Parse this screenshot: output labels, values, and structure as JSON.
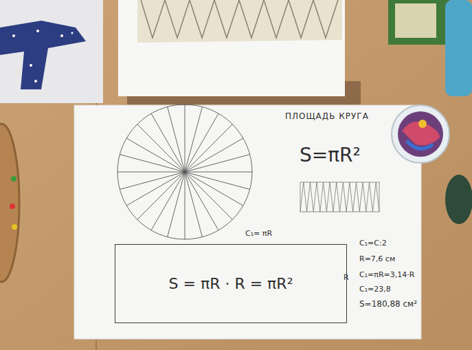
{
  "diagram": {
    "title": "ПЛОЩАДЬ КРУГА",
    "nodes": [
      {
        "text": [
          "S = πR · R = πR²"
        ]
      }
    ],
    "labels": [
      "S=πR²",
      "C₁= πR",
      "R",
      "C₁=C:2",
      "R=7,6 см",
      "C₁=πR=3,14·R",
      "C₁=23,8",
      "S=180,88 см²"
    ]
  }
}
